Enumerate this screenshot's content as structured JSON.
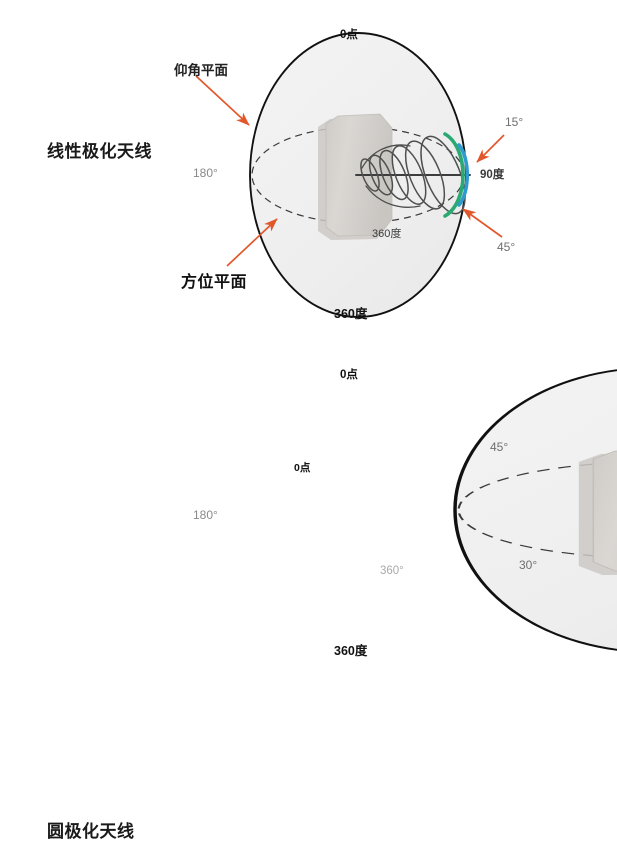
{
  "diagrams": [
    {
      "id": "linear",
      "title": "线性极化天线",
      "beam_type": "helix",
      "labels": {
        "top": "0点",
        "bottom": "360度",
        "left": "180°",
        "inner_azimuth": "360度",
        "elevation_plane": "仰角平面",
        "azimuth_plane": "方位平面",
        "beam_upper": "15°",
        "beam_upper_note": "90度",
        "beam_lower": "45°"
      }
    },
    {
      "id": "circular",
      "title": "圆极化天线",
      "beam_type": "cone",
      "labels": {
        "top": "0点",
        "bottom": "360度",
        "left": "180°",
        "inner_zero": "0点",
        "inner_azimuth": "360°",
        "beam_upper": "45°",
        "beam_lower": "30°"
      }
    }
  ],
  "colors": {
    "background": "#ffffff",
    "sphere_fill": "#f0f0f0",
    "sphere_stroke": "#000000",
    "dashed_stroke": "#3a3a3a",
    "radome_fill": "#d4d1cd",
    "radome_fill_light": "#dedbd7",
    "helix_stroke": "#4a4a4a",
    "arc_green": "#2aaa72",
    "arc_blue": "#2f9ad0",
    "arrow_orange": "#e2572a",
    "cone_fill": "#f3b257",
    "cone_stroke": "#9a7030",
    "text_dark": "#1a1a1a",
    "text_grey": "#8a8a8a"
  }
}
